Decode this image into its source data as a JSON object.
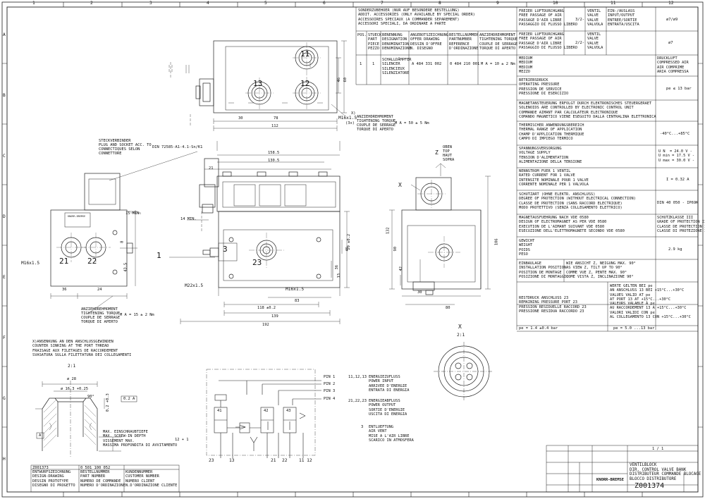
{
  "grid": {
    "cols": [
      "1",
      "2",
      "3",
      "4",
      "5",
      "6",
      "7",
      "8",
      "9",
      "10",
      "11",
      "12"
    ],
    "rows": [
      "A",
      "B",
      "C",
      "D",
      "E",
      "F",
      "G",
      "H"
    ]
  },
  "accessories": {
    "header": "SONDERZUBEHOER (NUR AUF BESONDERE BESTELLUNG)\nADDIT. ACCESSORIES (ONLY AVAILABLE BY SPECIAL ORDER)\nACCESSOIRES SPECIAUX (A COMMANDER SEPAREMENT)\nACCESSORI SPECIALI, DA ORDINARE A PARTE",
    "col_pos": "POS.",
    "col_qty": "STUECK\nPART\nPIECE\nPEZZO",
    "col_name": "BENENNUNG\nDESIGNATION\nDENOMINATION\nDENOMINAZIONE",
    "col_offer": "ANGEBOTSZEICHNUNG\nOFFER DRAWING\nDESSIN D'OFFRE\nN. DISEGNO",
    "col_partno": "BESTELLNUMMER\nPARTNUMBER\nREFERENCE\nD'ORDINAZIONE",
    "col_torque": "ANZIEHDREHMOMENT\nTIGHTENING TORQUE\nCOUPLE DE SERRAGE\nTORQUE DI APERTO",
    "row_pos": "1",
    "row_qty": "1",
    "row_name": "SCHALLDÄMPFER\nSILENCER\nSILENCIEUX\nSILENZIATORE",
    "row_offer": "A 484 331 002",
    "row_partno": "0 484 210 001",
    "row_torque": "M A = 10 ± 2 Nm"
  },
  "specs": [
    {
      "label": "FREIER LUFTDURCHGANG\nFREE PASSAGE OF AIR\nPASSAGE D'AIR LIBRE\nPASSAGGIO DI FLUSSO LIBERO",
      "mid": "3/2-",
      "mid2": "VENTIL\nVALVE\nVALVE\nVALVOLA",
      "mid3": "EIN-/AUSLASS\nINPUT/OUTPUT\nENTREE/SORTIE\nENTRATA/USCITA",
      "value": "ø7/ø9"
    },
    {
      "label": "FREIER LUFTDURCHGANG\nFREE PASSAGE OF AIR\nPASSAGE D'AIR LIBRE\nPASSAGGIO DI FLUSSO LIBERO",
      "mid": "2/2-",
      "mid2": "VENTIL\nVALVE\nVALVE\nVALVOLA",
      "mid3": "",
      "value": "ø7"
    },
    {
      "label": "MEDIUM\nMEDIUM\nMEDIUM\nMEZZO",
      "mid": "",
      "mid2": "",
      "mid3": "",
      "value": "DRUCKLUFT\nCOMPRESSED AIR\nAIR COMPRIME\nARIA COMPRESSA"
    },
    {
      "label": "BETRIEBSDRUCK\nOPERATING PRESSURE\nPRESSION DE SERVICE\nPRESSIONE DI ESERCIZIO",
      "mid": "",
      "mid2": "",
      "mid3": "",
      "value": "pe ≤ 13 bar"
    },
    {
      "label": "MAGNETANSTEUERUNG ERFOLGT DURCH ELEKTRONISCHES STEUERGERAET\nSOLENOIDS ARE CONTROLLED BY ELECTRONIC CONTROL UNIT\nCOMMANDE AIMANT PAR CALCULATEUR ELECTRONIQUE\nCOMANDO MAGNETICO VIENE ESEGUITO DALLA CENTRALINA ELETTRONICA",
      "mid": "",
      "mid2": "",
      "mid3": "",
      "value": ""
    },
    {
      "label": "THERMISCHER ANWENDUNGSBEREICH\nTHERMAL RANGE OF APPLICATION\nCHAMP D'APPLICATION THERMIQUE\nCAMPO DI IMPIEGO TERMICO",
      "mid": "",
      "mid2": "",
      "mid3": "",
      "value": "-40°C...+85°C"
    },
    {
      "label": "SPANNUNGSVERSORGUNG\nVOLTAGE SUPPLY\nTENSION D'ALIMENTATION\nALIMENTAZIONE DELLA TENSIONE",
      "mid": "",
      "mid2": "",
      "mid3": "",
      "value": "U N  = 24.0 V -\nU min = 17.5 V -\nU max = 30.0 V -"
    },
    {
      "label": "NENNSTROM FUER 1 VENTIL\nRATED CURRENT FOR 1 VALVE\nINTENSITE NOMINALE POUR 1 VALVE\nCORRENTE NOMINALE PER 1 VALVOLA",
      "mid": "",
      "mid2": "",
      "mid3": "",
      "value": "I = 0.32 A"
    },
    {
      "label": "SCHUTZART (OHNE ELEKTR. ANSCHLUSS)\nDEGREE OF PROTECTION (WITHOUT ELECTRICAL CONNECTION)\nCLASSE DE PROTECTION (SANS RACCORD ELECTRIQUE)\nMODO PROTETTIVO (SENZA COLLEGAMENTO ELETTRICO)",
      "mid": "",
      "mid2": "",
      "mid3": "",
      "value": "DIN 40 050 - IP69K"
    },
    {
      "label": "MAGNETAUSFUEHRUNG NACH VDE 0580\nDESIGN OF ELECTROMAGNET AS PER VDE 0580\nEXECUTION DE L'AIMANT SUIVANT VDE 0580\nESECUZIONE DELL'ELETTROMAGNETE SECONDO VDE 0580",
      "mid": "",
      "mid2": "",
      "mid3": "",
      "value": "SCHUTZKLASSE III\nGRADE OF PROTECTION III\nCLASSE DE PROTECTION III\nCLASSE DI PROTEZIONE III"
    },
    {
      "label": "GEWICHT\nWEIGHT\nPOIDS\nPESO",
      "mid": "",
      "mid2": "",
      "mid3": "",
      "value": "2.9 kg"
    },
    {
      "label": "EINBAULAGE\nINSTALLATION POSITION\nPOSITION DE MONTAGE\nPOSIZIONE DI MONTAGGIO",
      "mid": "",
      "mid2": "WIE ANSICHT Z, NEIGUNG MAX. 90°\nAS VIEW Z, TILT UP TO 90°\nCOMME VUE Z, PENTE MAX. 90°\nCOME VISTA Z, INCLINAZIONE 90°",
      "mid3": "",
      "value": ""
    },
    {
      "label": "RESTDRUCK ANSCHLUSS 23\nREMAINING PRESSURE PORT 23\nPRESSION RESIDUELLE RACCORD 23\nPRESSIONE RESIDUA RACCORDO 23",
      "mid": "",
      "mid2": "WERTE GELTEN BEI pe\nAN ANSCHLUSS 13 BEI +15°C...+30°C\nVALUES VALID AT pe\nAT PORT 13 AT +15°C...+30°C\nVALEURS VALABLE À pe\nAU RACCORDEMENT 13 À +15°C...+30°C\nVALORI VALIDI CON pe\nAL COLLEGAMENTO 13 CON +15°C...+30°C",
      "mid3": "",
      "value": ""
    },
    {
      "label": "pe = 1.4 ±0.4 bar",
      "mid": "",
      "mid2": "pe = 5.0 ...13 bar",
      "mid3": "",
      "value": ""
    }
  ],
  "views": {
    "top": {
      "d30": "30",
      "d78": "78",
      "d112": "112",
      "d46": "46",
      "d60": "60",
      "ports": [
        "11",
        "12",
        "13"
      ],
      "thread": "M16x1.5",
      "thread_x": "X)",
      "depth": "(3x)",
      "torque_de": "ANZIEHDREHMOMENT",
      "torque_en": "TIGHTENING TORQUE",
      "torque_fr": "COUPLE DE SERRAGE",
      "torque_it": "TORQUE DI APERTO",
      "torque_val": "M A = 50 ± 5 Nm"
    },
    "front": {
      "d158": "158.5",
      "d130": "130.5",
      "d21": "21",
      "d14": "14 MIN.",
      "d118": "118 ±0.2",
      "d139": "139",
      "d192": "192",
      "d83": "83",
      "d36": "36",
      "d45": "45",
      "d29": "29 ±0.2",
      "d13": "13",
      "d1": "1",
      "d3": "3",
      "d23": "23",
      "thread1": "M22x1.5",
      "thread2": "M16x1.5"
    },
    "left": {
      "plug_de": "STECKVERBINDER",
      "plug_en": "PLUG AND SOCKET ACC. TO",
      "plug_fr": "CONNECTIQUES SELON",
      "plug_it": "CONNETTORE",
      "plug_din": "DIN 72585-A1-4.1-Sn/K1",
      "d15": "15 MIN.",
      "d8": "8",
      "d43": "43.5",
      "d36": "36",
      "d24": "24",
      "ports": [
        "21",
        "22"
      ],
      "thread": "M16x1.5",
      "torque_de": "ANZIEHDREHMOMENT",
      "torque_en": "TIGHTENING TORQUE",
      "torque_fr": "COUPLE DE SERRAGE",
      "torque_it": "TORQUE DI APERTO",
      "torque_val": "M A = 15 ± 2 Nm"
    },
    "right": {
      "z": "Z",
      "top_de": "OBEN",
      "top_en": "TOP",
      "top_fr": "HAUT",
      "top_it": "SOPRA",
      "x": "X",
      "d132": "132",
      "d106": "106",
      "d90": "90",
      "d42": "42",
      "d30": "30",
      "d80": "80"
    },
    "detail_x": {
      "x": "X",
      "scale": "2:1"
    }
  },
  "countersink": {
    "note": "X)ANSENKUNG AN DEN ANSCHLUSSGEWINDEN\nCOUNTER SINKING AT THE PORT THREAD\nFRAISAGE AUX FILETAGES DE RACCORDEMENT\nSVASATURA SULLA FILETTATURA DEI COLLEGAMENTI",
    "scale": "2:1",
    "d28": "ø 28",
    "d16": "ø 16.3 +0.25",
    "d02": "0.2 +0.3",
    "d90": "90°",
    "tol": "0.2 A",
    "a": "A",
    "depth": "MAX. EINSCHRAUBTIEFE\nMAX. SCREW-IN DEPTH\nVISSEMENT MAX.\nMASSIMA PROFONDITA DI AVVITAMENTO",
    "depth_val": "12 + 1"
  },
  "circuit": {
    "pins": [
      "PIN 1",
      "PIN 2",
      "PIN 3",
      "PIN 4"
    ],
    "valves": [
      "41",
      "42",
      "43"
    ],
    "bottom": [
      "23",
      "13",
      "21",
      "22",
      "11 12"
    ],
    "legend": [
      {
        "ports": "11,12,13",
        "text": "ENERGIEZUFLUSS\nPOWER INPUT\nARRIVEE D'ENERGIE\nENTRATA DI ENERGIA"
      },
      {
        "ports": "21,22,23",
        "text": "ENERGIEABFLUSS\nPOWER OUTPUT\nSORTIE D'ENERGIE\nUSCITA DI ENERGIA"
      },
      {
        "ports": "3",
        "text": "ENTLUEFTUNG\nAIR VENT\nMISE A L'AIR LIBRE\nSCARICO IN ATMOSFERA"
      }
    ]
  },
  "numbers_table": {
    "code": "Z001373",
    "hdr1": "ENTWURFSZEICHNUNG\nDESIGN-DRAWING\nDESSIN PROTOTYPE\nDISEGNO DI PROGETTO",
    "num1": "0 501 100 052",
    "hdr2": "BESTELLNUMMER\nPART NUMBER\nNUMERO DE COMMANDE\nNUMERO D'ORDINAZIONE",
    "hdr3": "KUNDENNUMMER\nCUSTOMER NUMBER\nNUMERO CLIENT\nN.D'ORDINAZIONE CLIENTE"
  },
  "title_block": {
    "title": "VENTILBLOCK\nDIR. CONTROL VALVE BANK\nDISTRIBUTEUR COMMANDE BLOCAGE\nBLOCCO DISTRIBUTORE",
    "number": "Z001374",
    "sheet": "1 / 1",
    "company": "KNORR-BREMSE"
  }
}
